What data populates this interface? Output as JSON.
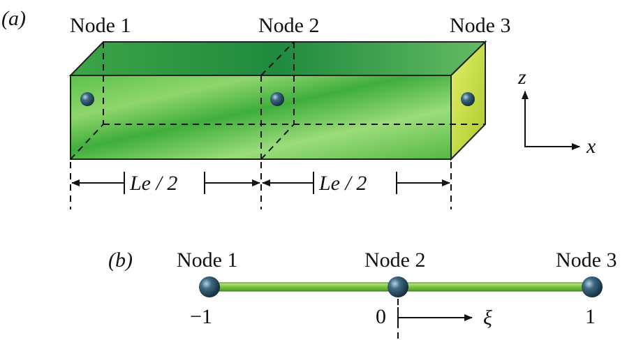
{
  "panel_a": {
    "label": "(a)",
    "nodes": [
      "Node 1",
      "Node 2",
      "Node 3"
    ],
    "segment_label_1": "Le / 2",
    "segment_label_2": "Le / 2",
    "axis_z": "z",
    "axis_x": "x"
  },
  "panel_b": {
    "label": "(b)",
    "nodes": [
      "Node 1",
      "Node 2",
      "Node 3"
    ],
    "coords": [
      "−1",
      "0",
      "1"
    ],
    "xi": "ξ"
  },
  "colors": {
    "beam_front": "#4fb640",
    "beam_top": "#2f9a42",
    "beam_end": "#c7dc3c",
    "node_ball": "#2c4d63",
    "rod": "#8ccf47"
  }
}
